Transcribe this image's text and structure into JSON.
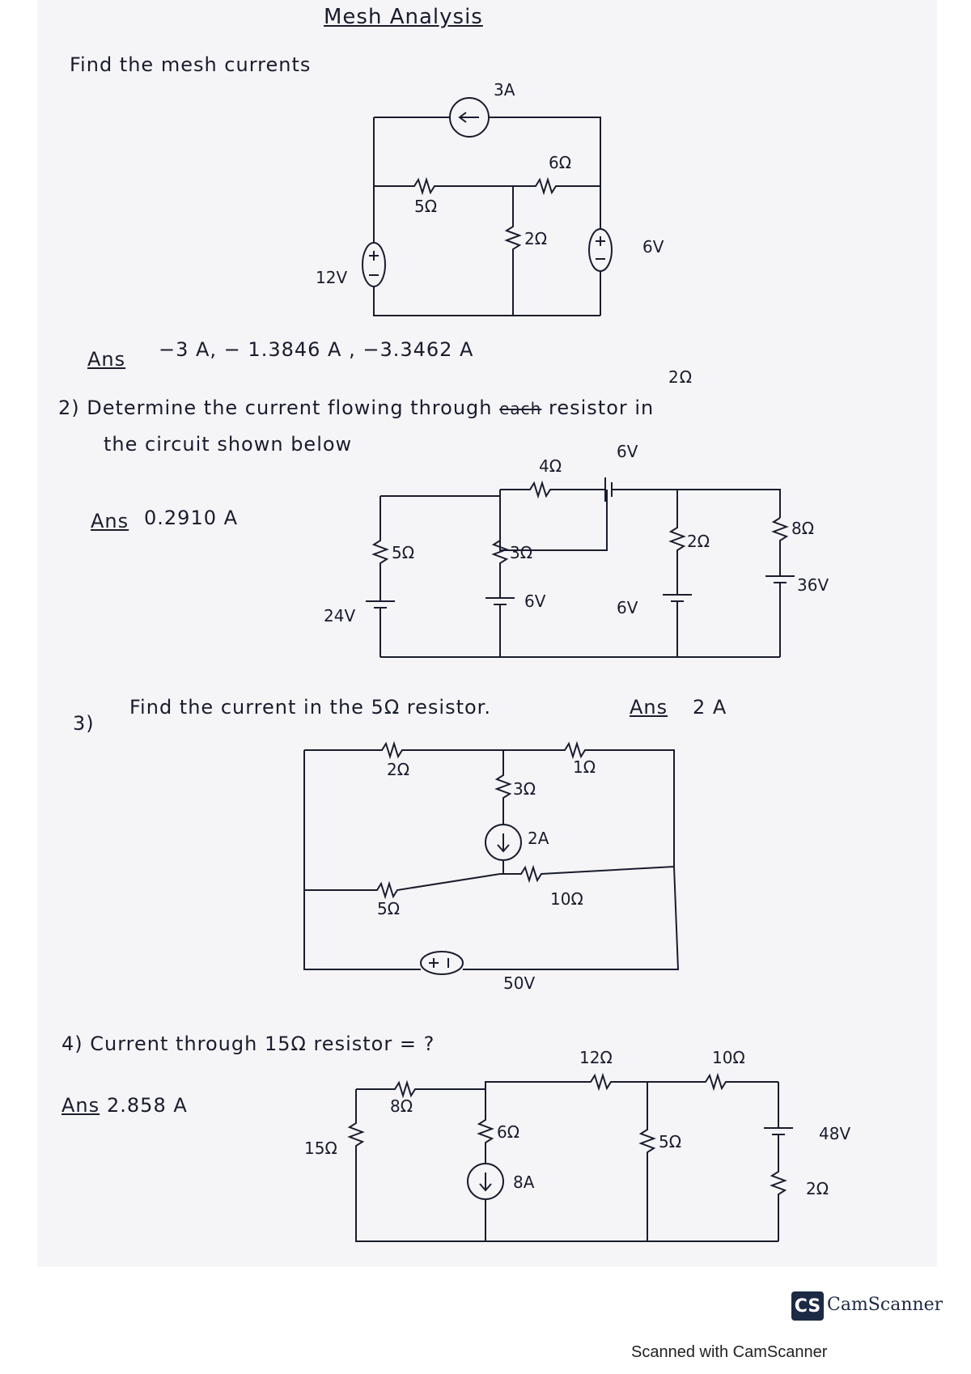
{
  "header": {
    "title": "Mesh Analysis"
  },
  "p1": {
    "question": "Find the mesh currents",
    "labels": {
      "cs": "3A",
      "r6": "6Ω",
      "r5": "5Ω",
      "r2": "2Ω",
      "v6": "6V",
      "v12": "12V"
    },
    "answer_label": "Ans",
    "answer": "−3 A, − 1.3846 A , −3.3462 A"
  },
  "p2": {
    "correction": "2Ω",
    "line1_a": "2) Determine the current flowing through",
    "struck_word": "each",
    "line1_b": "resistor in",
    "line2": "the circuit shown below",
    "answer_label": "Ans",
    "answer": "0.2910 A",
    "labels": {
      "r4": "4Ω",
      "v6top": "6V",
      "r5": "5Ω",
      "r3": "3Ω",
      "r2": "2Ω",
      "r8": "8Ω",
      "v24": "24V",
      "v6a": "6V",
      "v6b": "6V",
      "v36": "36V"
    }
  },
  "p3": {
    "number": "3)",
    "question": "Find the current in the 5Ω resistor.",
    "answer_label": "Ans",
    "answer": "2 A",
    "labels": {
      "r2": "2Ω",
      "r1": "1Ω",
      "r3": "3Ω",
      "cs": "2A",
      "r5": "5Ω",
      "r10": "10Ω",
      "v50": "50V"
    }
  },
  "p4": {
    "question": "4) Current through 15Ω resistor = ?",
    "answer_label": "Ans",
    "answer": "2.858 A",
    "labels": {
      "r12": "12Ω",
      "r10": "10Ω",
      "r8": "8Ω",
      "r6": "6Ω",
      "r5": "5Ω",
      "v48": "48V",
      "r15": "15Ω",
      "cs": "8A",
      "r2": "2Ω"
    }
  },
  "footer": {
    "logo": "CS",
    "brand": "CamScanner",
    "caption": "Scanned with CamScanner"
  }
}
